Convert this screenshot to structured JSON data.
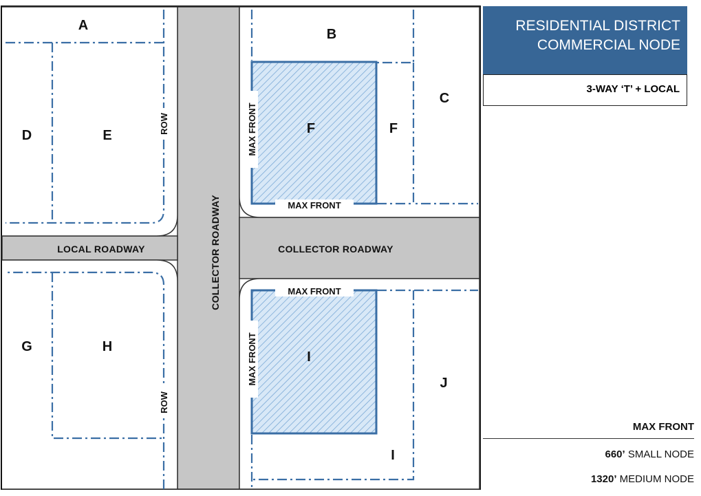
{
  "title": {
    "line1": "RESIDENTIAL DISTRICT",
    "line2": "COMMERCIAL NODE"
  },
  "subtitle": "3-WAY ‘T’ + LOCAL",
  "lots": {
    "A": "A",
    "B": "B",
    "C": "C",
    "D": "D",
    "E": "E",
    "F1": "F",
    "F2": "F",
    "G": "G",
    "H": "H",
    "I1": "I",
    "I2": "I",
    "J": "J"
  },
  "roads": {
    "local": "LOCAL ROADWAY",
    "collector_east": "COLLECTOR ROADWAY",
    "collector_vertical": "COLLECTOR ROADWAY"
  },
  "labels": {
    "row": "ROW",
    "max_front": "MAX FRONT"
  },
  "legend": {
    "heading": "MAX FRONT",
    "rows": [
      {
        "value": "660’",
        "text": " SMALL NODE"
      },
      {
        "value": "1320’",
        "text": " MEDIUM NODE"
      }
    ]
  },
  "colors": {
    "road": "#c6c6c6",
    "row_line": "#3a6ea5",
    "node_fill": "#d6e7f6",
    "node_outline": "#3a6ea5",
    "title_bg": "#376696"
  }
}
